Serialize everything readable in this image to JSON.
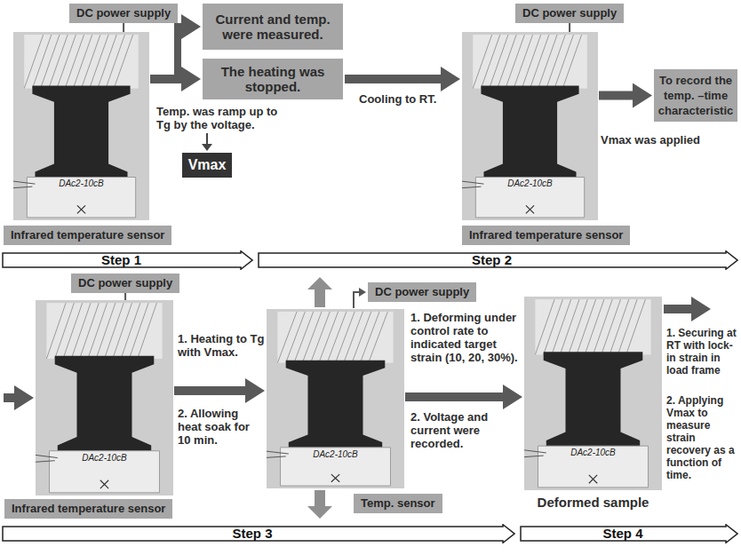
{
  "diagram": {
    "nodes": [
      {
        "text": [
          "DC power supply"
        ]
      },
      {
        "text": [
          "DAc2-10cB"
        ]
      },
      {
        "text": [
          "Infrared temperature sensor"
        ]
      },
      {
        "text": [
          "Current and temp. were measured."
        ]
      },
      {
        "text": [
          "The heating was stopped."
        ]
      },
      {
        "text": [
          "Vmax"
        ]
      },
      {
        "text": [
          "DC power supply"
        ]
      },
      {
        "text": [
          "DAc2-10cB"
        ]
      },
      {
        "text": [
          "Infrared temperature sensor"
        ]
      },
      {
        "text": [
          "To record the temp. –time characteristic"
        ]
      },
      {
        "text": [
          "Step 1"
        ]
      },
      {
        "text": [
          "Step 2"
        ]
      },
      {
        "text": [
          "DC power supply"
        ]
      },
      {
        "text": [
          "DAc2-10cB"
        ]
      },
      {
        "text": [
          "Infrared temperature sensor"
        ]
      },
      {
        "text": [
          "DAc2-10cB"
        ]
      },
      {
        "text": [
          "DC power supply"
        ]
      },
      {
        "text": [
          "Temp. sensor"
        ]
      },
      {
        "text": [
          "DAc2-10cB"
        ]
      },
      {
        "text": [
          "Step 3"
        ]
      },
      {
        "text": [
          "Step 4"
        ]
      }
    ],
    "edges": [
      {
        "from": 0,
        "to": 1,
        "arrow": "none"
      },
      {
        "from": 1,
        "to": 3,
        "arrow": "to"
      },
      {
        "from": 1,
        "to": 4,
        "arrow": "to"
      },
      {
        "from": 4,
        "to": 7,
        "arrow": "to"
      },
      {
        "from": 6,
        "to": 7,
        "arrow": "none"
      },
      {
        "from": 7,
        "to": 9,
        "arrow": "to"
      },
      {
        "from": 12,
        "to": 13,
        "arrow": "none"
      },
      {
        "from": 13,
        "to": 15,
        "arrow": "to"
      },
      {
        "from": 15,
        "to": 16,
        "arrow": "to"
      },
      {
        "from": 15,
        "to": 18,
        "arrow": "to"
      }
    ],
    "labels": [
      "Temp. was ramp up to Tg by the voltage.",
      "Cooling to RT.",
      "Vmax was applied",
      "1. Heating to Tg with Vmax.",
      "2. Allowing heat soak for 10 min.",
      "1. Deforming under control rate to indicated target strain (10, 20, 30%).",
      "2. Voltage and current were recorded.",
      "Deformed sample",
      "1. Securing at RT with lock-in strain in load frame",
      "2. Applying Vmax to measure strain recovery as a function of time."
    ]
  }
}
